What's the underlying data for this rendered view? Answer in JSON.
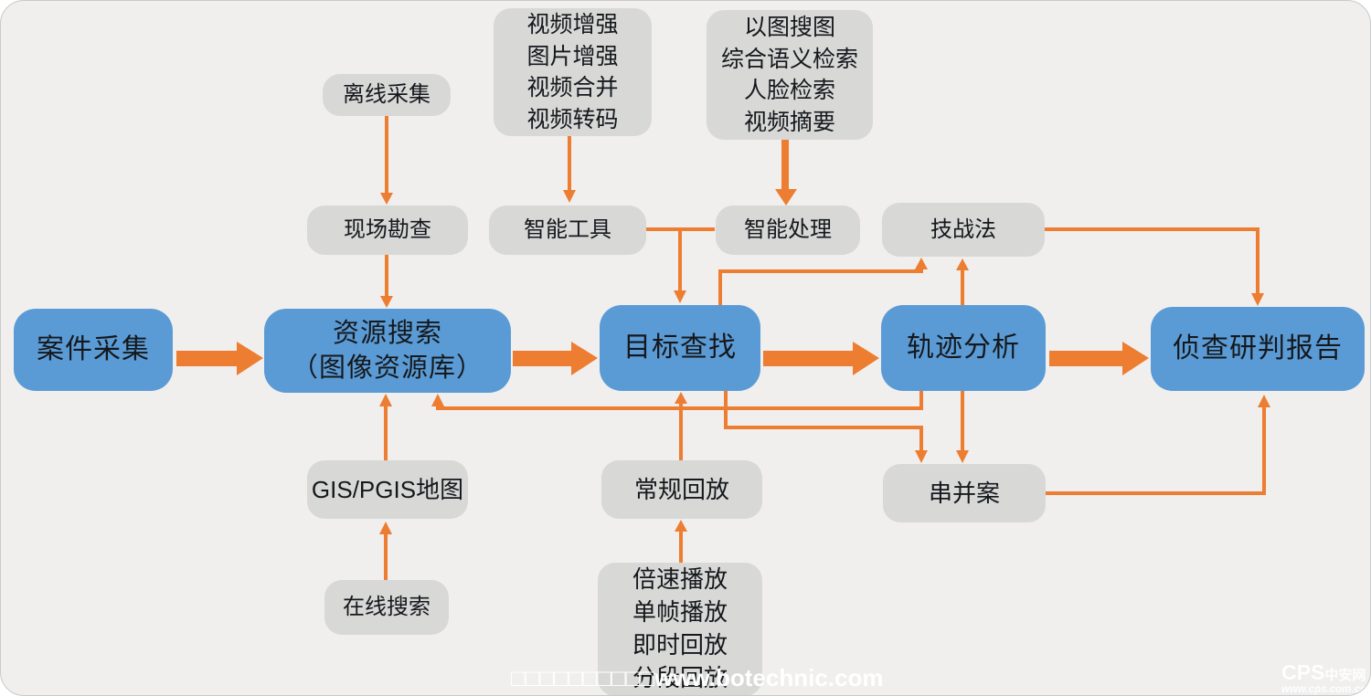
{
  "colors": {
    "primary_box": "#5B9BD5",
    "secondary_box": "#D8D8D7",
    "arrow": "#ED7D31",
    "background": "#F0EFEE",
    "text": "#15181C",
    "watermark": "#FFFFFF"
  },
  "nodes": {
    "case_collection": {
      "label": "案件采集"
    },
    "resource_search": {
      "lines": [
        "资源搜索",
        "（图像资源库）"
      ]
    },
    "target_search": {
      "label": "目标查找"
    },
    "trajectory_analysis": {
      "label": "轨迹分析"
    },
    "investigation_report": {
      "label": "侦查研判报告"
    },
    "offline_collection": {
      "label": "离线采集"
    },
    "video_tools": {
      "lines": [
        "视频增强",
        "图片增强",
        "视频合并",
        "视频转码"
      ]
    },
    "search_tools": {
      "lines": [
        "以图搜图",
        "综合语义检索",
        "人脸检索",
        "视频摘要"
      ]
    },
    "scene_survey": {
      "label": "现场勘查"
    },
    "smart_tools": {
      "label": "智能工具"
    },
    "smart_processing": {
      "label": "智能处理"
    },
    "tactics": {
      "label": "技战法"
    },
    "gis_map": {
      "label": "GIS/PGIS地图"
    },
    "online_search": {
      "label": "在线搜索"
    },
    "normal_playback": {
      "label": "常规回放"
    },
    "playback_modes": {
      "lines": [
        "倍速播放",
        "单帧播放",
        "即时回放",
        "分段回放"
      ]
    },
    "case_linking": {
      "label": "串并案"
    }
  },
  "edges": [
    {
      "from": "case_collection",
      "to": "resource_search",
      "style": "thick"
    },
    {
      "from": "resource_search",
      "to": "target_search",
      "style": "thick"
    },
    {
      "from": "target_search",
      "to": "trajectory_analysis",
      "style": "thick"
    },
    {
      "from": "trajectory_analysis",
      "to": "investigation_report",
      "style": "thick"
    },
    {
      "from": "offline_collection",
      "to": "scene_survey",
      "style": "thin"
    },
    {
      "from": "scene_survey",
      "to": "resource_search",
      "style": "thin"
    },
    {
      "from": "video_tools",
      "to": "smart_tools",
      "style": "thin"
    },
    {
      "from": "smart_tools",
      "to": "smart_processing",
      "style": "plain-line"
    },
    {
      "from": "smart_tools",
      "to": "target_search",
      "style": "thin"
    },
    {
      "from": "search_tools",
      "to": "smart_processing",
      "style": "medium"
    },
    {
      "from": "target_search",
      "to": "tactics",
      "style": "thin"
    },
    {
      "from": "trajectory_analysis",
      "to": "tactics",
      "style": "thin"
    },
    {
      "from": "tactics",
      "to": "investigation_report",
      "style": "thin"
    },
    {
      "from": "trajectory_analysis",
      "to": "resource_search",
      "style": "thin"
    },
    {
      "from": "target_search",
      "to": "case_linking",
      "style": "thin"
    },
    {
      "from": "trajectory_analysis",
      "to": "case_linking",
      "style": "thin"
    },
    {
      "from": "case_linking",
      "to": "investigation_report",
      "style": "thin"
    },
    {
      "from": "gis_map",
      "to": "resource_search",
      "style": "thin"
    },
    {
      "from": "online_search",
      "to": "gis_map",
      "style": "thin"
    },
    {
      "from": "normal_playback",
      "to": "target_search",
      "style": "thin"
    },
    {
      "from": "playback_modes",
      "to": "normal_playback",
      "style": "thin"
    }
  ],
  "watermark": {
    "text": "□□□□□□□□□□www.botechnic.com"
  },
  "logo": {
    "brand": "CPS",
    "brand_cn": "中安网",
    "url": "www.cps.com.cn"
  }
}
